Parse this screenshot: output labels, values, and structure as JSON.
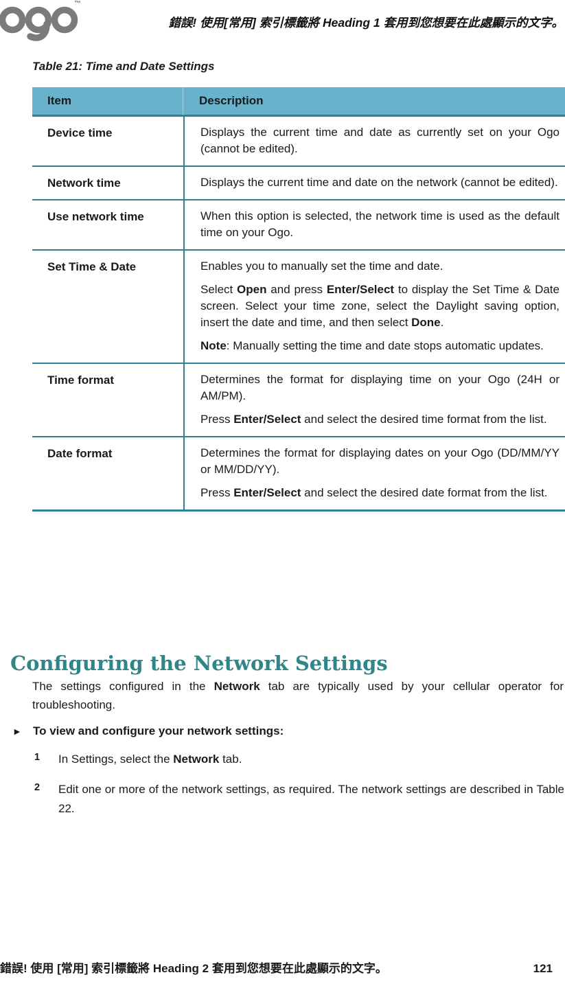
{
  "colors": {
    "accent_teal": "#2F8587",
    "table_header_fill": "#68B3CB",
    "table_border": "#2E7F99",
    "logo_gray": "#7B7B7B"
  },
  "header": {
    "logo_text": "ogo",
    "trademark": "™",
    "error_line": "錯誤! 使用[常用] 索引標籤將 Heading 1 套用到您想要在此處顯示的文字。"
  },
  "table_caption": "Table 21: Time and Date Settings",
  "table": {
    "columns": [
      "Item",
      "Description"
    ],
    "rows": [
      {
        "item": "Device time",
        "p": [
          [
            {
              "t": "Displays the current time and date as currently set on your Ogo (cannot be edited)."
            }
          ]
        ]
      },
      {
        "item": "Network time",
        "p": [
          [
            {
              "t": "Displays the current time and date on the network (cannot be edited)."
            }
          ]
        ]
      },
      {
        "item": "Use network time",
        "p": [
          [
            {
              "t": "When this option is selected, the network time is used as the default time on your Ogo."
            }
          ]
        ]
      },
      {
        "item": "Set Time & Date",
        "p": [
          [
            {
              "t": "Enables you to manually set the time and date."
            }
          ],
          [
            {
              "t": "Select "
            },
            {
              "t": "Open",
              "b": true
            },
            {
              "t": " and press "
            },
            {
              "t": "Enter/Select",
              "b": true
            },
            {
              "t": " to display the Set Time & Date screen. Select your time zone, select the Daylight saving option, insert the date and time, and then select "
            },
            {
              "t": "Done",
              "b": true
            },
            {
              "t": "."
            }
          ],
          [
            {
              "t": "Note",
              "b": true
            },
            {
              "t": ": Manually setting the time and date stops automatic updates."
            }
          ]
        ]
      },
      {
        "item": "Time format",
        "p": [
          [
            {
              "t": "Determines the format for displaying time on your Ogo (24H or AM/PM)."
            }
          ],
          [
            {
              "t": "Press "
            },
            {
              "t": "Enter/Select",
              "b": true
            },
            {
              "t": " and select the desired time format from the list."
            }
          ]
        ]
      },
      {
        "item": "Date format",
        "p": [
          [
            {
              "t": "Determines the format for displaying dates on your Ogo (DD/MM/YY or MM/DD/YY)."
            }
          ],
          [
            {
              "t": "Press "
            },
            {
              "t": "Enter/Select",
              "b": true
            },
            {
              "t": " and select the desired date format from the list."
            }
          ]
        ]
      }
    ]
  },
  "section": {
    "heading": "Configuring the Network Settings",
    "intro": [
      {
        "t": "The settings configured in the "
      },
      {
        "t": "Network",
        "b": true
      },
      {
        "t": " tab are typically used by your cellular operator for troubleshooting."
      }
    ],
    "procedure_bullet": "►",
    "procedure_label": "To view and configure your network settings:",
    "steps": [
      {
        "num": "1",
        "segments": [
          {
            "t": "In Settings, select the "
          },
          {
            "t": "Network",
            "b": true
          },
          {
            "t": " tab."
          }
        ]
      },
      {
        "num": "2",
        "segments": [
          {
            "t": "Edit one or more of the network settings, as required. The network settings are described in Table 22."
          }
        ]
      }
    ]
  },
  "footer": {
    "error_line": "錯誤! 使用 [常用] 索引標籤將 Heading 2 套用到您想要在此處顯示的文字。",
    "page_number": "121"
  }
}
